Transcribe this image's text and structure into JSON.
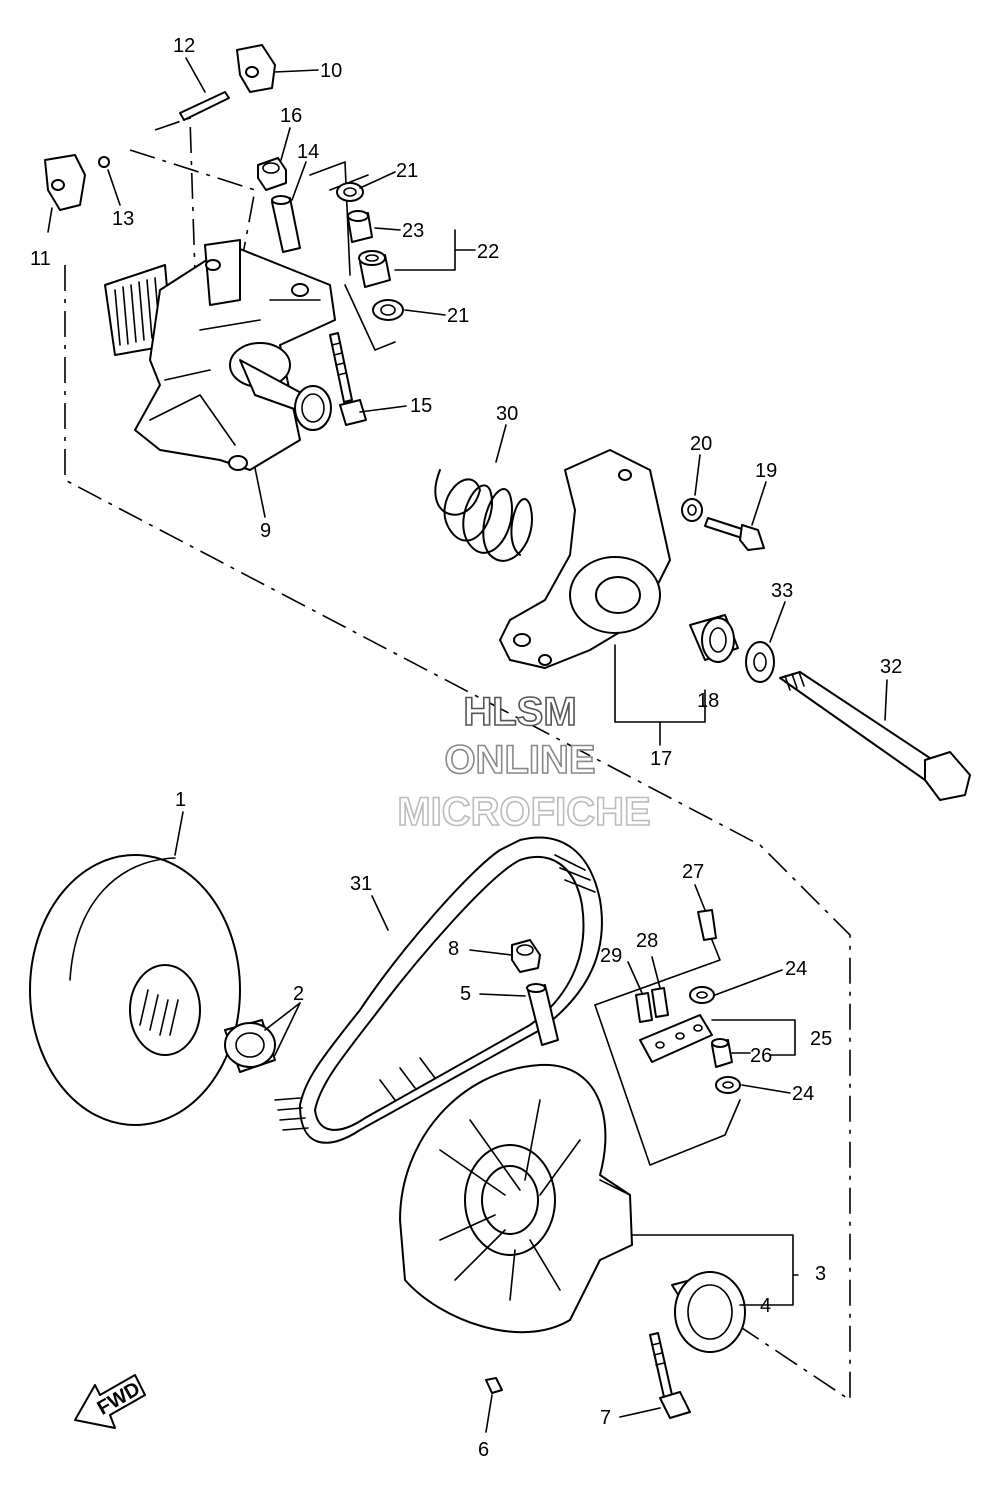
{
  "labels": {
    "n1": "1",
    "n2": "2",
    "n3": "3",
    "n4": "4",
    "n5": "5",
    "n6": "6",
    "n7": "7",
    "n8": "8",
    "n9": "9",
    "n10": "10",
    "n11": "11",
    "n12": "12",
    "n13": "13",
    "n14": "14",
    "n15": "15",
    "n16": "16",
    "n17": "17",
    "n18": "18",
    "n19": "19",
    "n20": "20",
    "n21a": "21",
    "n21b": "21",
    "n22": "22",
    "n23": "23",
    "n24a": "24",
    "n24b": "24",
    "n25": "25",
    "n26": "26",
    "n27": "27",
    "n28": "28",
    "n29": "29",
    "n30": "30",
    "n31": "31",
    "n32": "32",
    "n33": "33"
  },
  "watermark": {
    "line1": "HLSM",
    "line2": "ONLINE",
    "line3": "MICROFICHE"
  },
  "fwd_label": "FWD",
  "colors": {
    "ink": "#000000",
    "background": "#ffffff",
    "watermark_outline": "#888888"
  }
}
